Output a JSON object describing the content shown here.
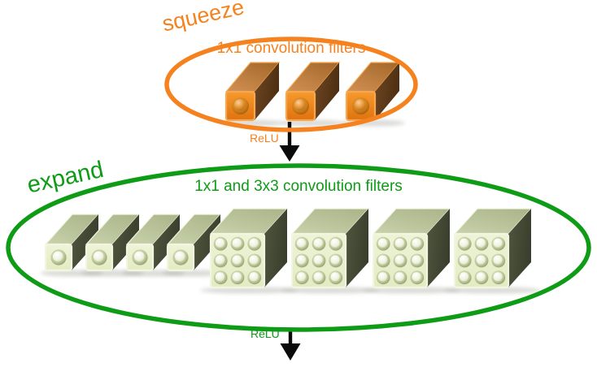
{
  "diagram": {
    "squeeze_layer": {
      "label": "squeeze",
      "caption": "1x1 convolution filters",
      "relu_label": "ReLU",
      "filter_count": 3,
      "filter_kernel": "1x1",
      "accent_color": "#F5821E"
    },
    "expand_layer": {
      "label": "expand",
      "caption": "1x1 and 3x3 convolution filters",
      "relu_label": "ReLU",
      "filters_1x1_count": 4,
      "filters_3x3_count": 4,
      "accent_color": "#0E9B16"
    },
    "arrow_color": "#0A0A0A",
    "orange_box_colors": {
      "front_top": "#F79A2E",
      "front_bottom": "#E0720E",
      "top_near": "#D29154",
      "top_far": "#A86B2D",
      "side_near": "#6E4724",
      "side_far": "#4E2F12",
      "edge": "#F6A74F"
    },
    "green_box_colors": {
      "front_top": "#EFF3D8",
      "front_bottom": "#E3EBC3",
      "top_near": "#C9D2AC",
      "top_far": "#ACB78C",
      "side_near": "#51563F",
      "side_far": "#3A3F2D",
      "edge": "#F2F6E0"
    }
  }
}
